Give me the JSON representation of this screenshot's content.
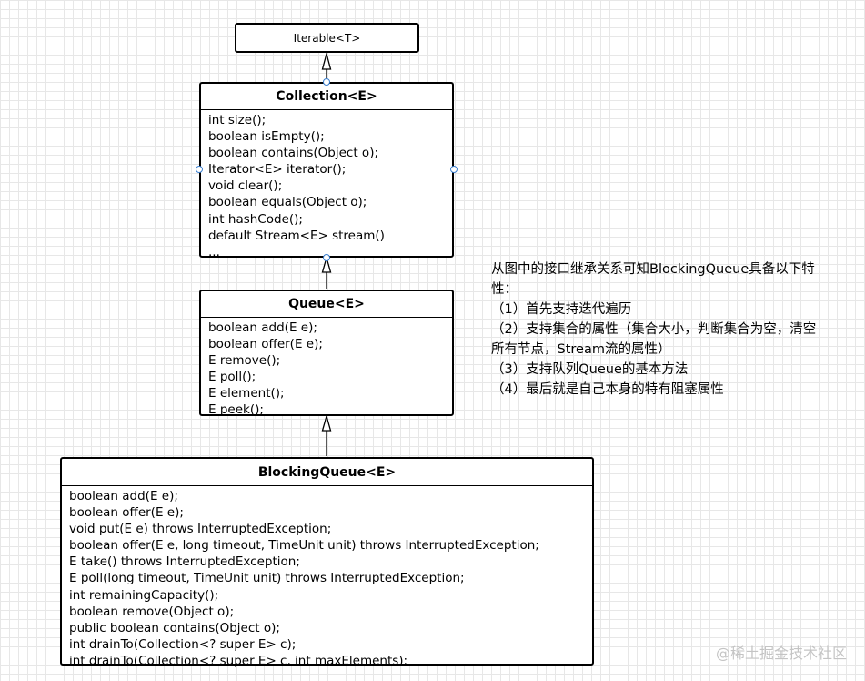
{
  "diagram": {
    "iterable": {
      "label": "Iterable<T>"
    },
    "collection": {
      "title": "Collection<E>",
      "members": [
        "int size();",
        "boolean isEmpty();",
        "boolean contains(Object o);",
        "Iterator<E> iterator();",
        "void clear();",
        "boolean equals(Object o);",
        "int hashCode();",
        "default Stream<E> stream()",
        "..."
      ]
    },
    "queue": {
      "title": "Queue<E>",
      "members": [
        "boolean add(E e);",
        "boolean offer(E e);",
        "E remove();",
        "E poll();",
        "E element();",
        "E peek();"
      ]
    },
    "blocking_queue": {
      "title": "BlockingQueue<E>",
      "members": [
        "boolean add(E e);",
        "boolean offer(E e);",
        "void put(E e) throws InterruptedException;",
        "boolean offer(E e, long timeout, TimeUnit unit) throws InterruptedException;",
        "E take() throws InterruptedException;",
        "E poll(long timeout, TimeUnit unit) throws InterruptedException;",
        "int remainingCapacity();",
        "boolean remove(Object o);",
        "public boolean contains(Object o);",
        "int drainTo(Collection<? super E> c);",
        "int drainTo(Collection<? super E> c, int maxElements);"
      ]
    }
  },
  "note": {
    "lines": [
      "从图中的接口继承关系可知BlockingQueue具备以下特",
      "性：",
      "（1）首先支持迭代遍历",
      "（2）支持集合的属性（集合大小，判断集合为空，清空",
      "所有节点，Stream流的属性）",
      "（3）支持队列Queue的基本方法",
      "（4）最后就是自己本身的特有阻塞属性"
    ]
  },
  "watermark": "@稀土掘金技术社区"
}
